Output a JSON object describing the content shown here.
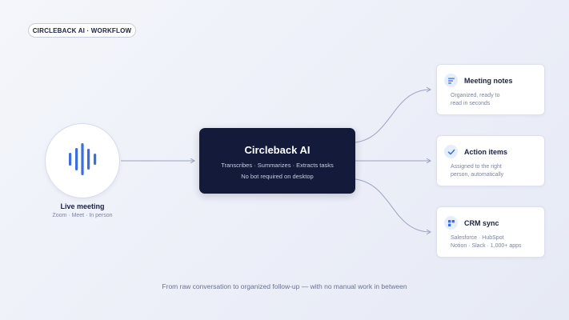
{
  "badge": "CIRCLEBACK AI · WORKFLOW",
  "source": {
    "title": "Live meeting",
    "subtitle": "Zoom · Meet · In person",
    "icon": "sound-wave-icon"
  },
  "hub": {
    "title": "Circleback AI",
    "line1": "Transcribes · Summarizes · Extracts tasks",
    "line2": "No bot required on desktop"
  },
  "outputs": [
    {
      "title": "Meeting notes",
      "desc_line1": "Organized, ready to",
      "desc_line2": "read in seconds",
      "icon": "notes-list-icon"
    },
    {
      "title": "Action items",
      "desc_line1": "Assigned to the right",
      "desc_line2": "person, automatically",
      "icon": "checkmark-icon"
    },
    {
      "title": "CRM sync",
      "desc_line1": "Salesforce · HubSpot",
      "desc_line2": "Notion · Slack · 1,000+ apps",
      "icon": "apps-grid-icon"
    }
  ],
  "caption": "From raw conversation to organized follow-up — with no manual work in between",
  "colors": {
    "accent": "#3b6fe0",
    "hub_background": "#131a3a",
    "connector": "#9aa3c2"
  }
}
